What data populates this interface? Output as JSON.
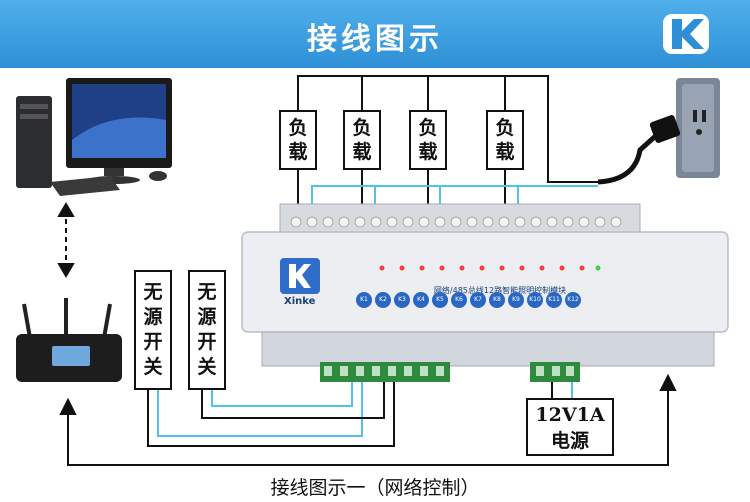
{
  "header": {
    "title": "接线图示"
  },
  "loads": [
    "负",
    "载"
  ],
  "switches": [
    "无",
    "源",
    "开",
    "关"
  ],
  "psu": {
    "line1": "12V1A",
    "line2": "电源"
  },
  "module": {
    "name": "网络/485总线12路智能照明控制模块",
    "brand": "Xinke",
    "keys": [
      "K1",
      "K2",
      "K3",
      "K4",
      "K5",
      "K6",
      "K7",
      "K8",
      "K9",
      "K10",
      "K11",
      "K12"
    ]
  },
  "caption": "接线图示一（网络控制）",
  "colors": {
    "header": "#3d9fe2",
    "wire_cyan": "#4fc3ea",
    "wire_black": "#111111",
    "module": "#e9ecef"
  }
}
